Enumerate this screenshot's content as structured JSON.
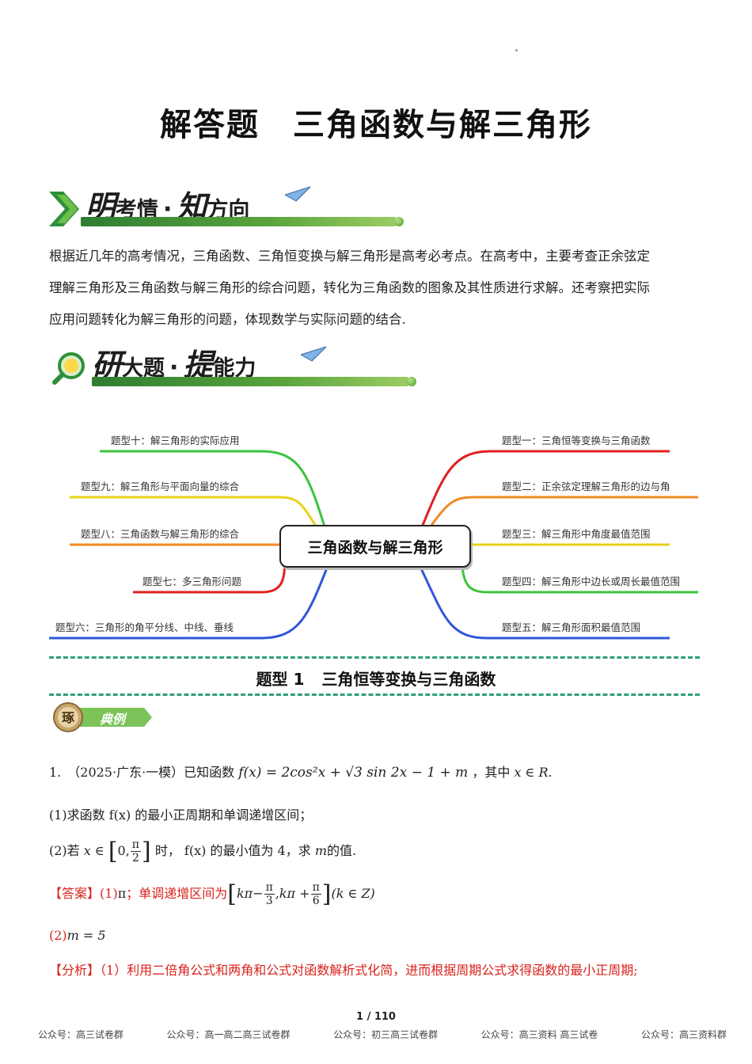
{
  "page": {
    "title": "解答题　三角函数与解三角形"
  },
  "section1": {
    "big": "明",
    "rest": "考情",
    "big2": "知",
    "rest2": "方向"
  },
  "intro": {
    "lines": [
      "根据近几年的高考情况，三角函数、三角恒变换与解三角形是高考必考点。在高考中，主要考查正余弦定",
      "理解三角形及三角函数与解三角形的综合问题，转化为三角函数的图象及其性质进行求解。还考察把实际",
      "应用问题转化为解三角形的问题，体现数学与实际问题的结合."
    ]
  },
  "section2": {
    "big": "研",
    "rest": "大题",
    "big2": "提",
    "rest2": "能力"
  },
  "mindmap": {
    "center": "三角函数与解三角形",
    "right": [
      {
        "label": "题型一：三角恒等变换与三角函数",
        "color": "#e02020"
      },
      {
        "label": "题型二：正余弦定理解三角形的边与角",
        "color": "#f08a24"
      },
      {
        "label": "题型三：解三角形中角度最值范围",
        "color": "#e8d21a"
      },
      {
        "label": "题型四：解三角形中边长或周长最值范围",
        "color": "#3cc43c"
      },
      {
        "label": "题型五：解三角形面积最值范围",
        "color": "#2f58d8"
      }
    ],
    "left": [
      {
        "label": "题型十：解三角形的实际应用",
        "color": "#3cc43c"
      },
      {
        "label": "题型九：解三角形与平面向量的综合",
        "color": "#e8d21a"
      },
      {
        "label": "题型八：三角函数与解三角形的综合",
        "color": "#f08a24"
      },
      {
        "label": "题型七：多三角形问题",
        "color": "#e02020"
      },
      {
        "label": "题型六：三角形的角平分线、中线、垂线",
        "color": "#2f58d8"
      }
    ]
  },
  "type1": {
    "num": "题型 1",
    "name": "三角恒等变换与三角函数"
  },
  "badge": {
    "icon": "琢",
    "text": "典例"
  },
  "problem": {
    "intro": "1.　（2025·广东·一模）已知函数",
    "fx": "f(x) = 2cos²x + √3 sin 2x − 1 + m",
    "mid": "，其中",
    "domain": "x ∈ R",
    "end": ".",
    "part1": "(1)求函数 f(x) 的最小正周期和单调递增区间；",
    "part2_a": "(2)若",
    "part2_x": "x ∈",
    "part2_b": "时，",
    "part2_c": "f(x) 的最小值为 4，求",
    "part2_m": "m",
    "part2_d": "的值."
  },
  "answer": {
    "tag": "【答案】",
    "p1": "(1)",
    "pi": "π",
    "sep": "；单调递增区间为",
    "k_pi": "kπ",
    "minus": "−",
    "pi_n": "π",
    "three": "3",
    "comma": ",kπ +",
    "six": "6",
    "kz": "(k ∈ Z)",
    "p2": "(2)",
    "m5": "m = 5"
  },
  "analysis": {
    "tag": "【分析】",
    "text": "（1）利用二倍角公式和两角和公式对函数解析式化简，进而根据周期公式求得函数的最小正周期;"
  },
  "footer": {
    "page": "1 / 110",
    "ads": [
      "公众号：高三试卷群",
      "公众号：高一高二高三试卷群",
      "公众号：初三高三试卷群",
      "公众号：高三资料 高三试卷",
      "公众号：高三资料群"
    ]
  }
}
